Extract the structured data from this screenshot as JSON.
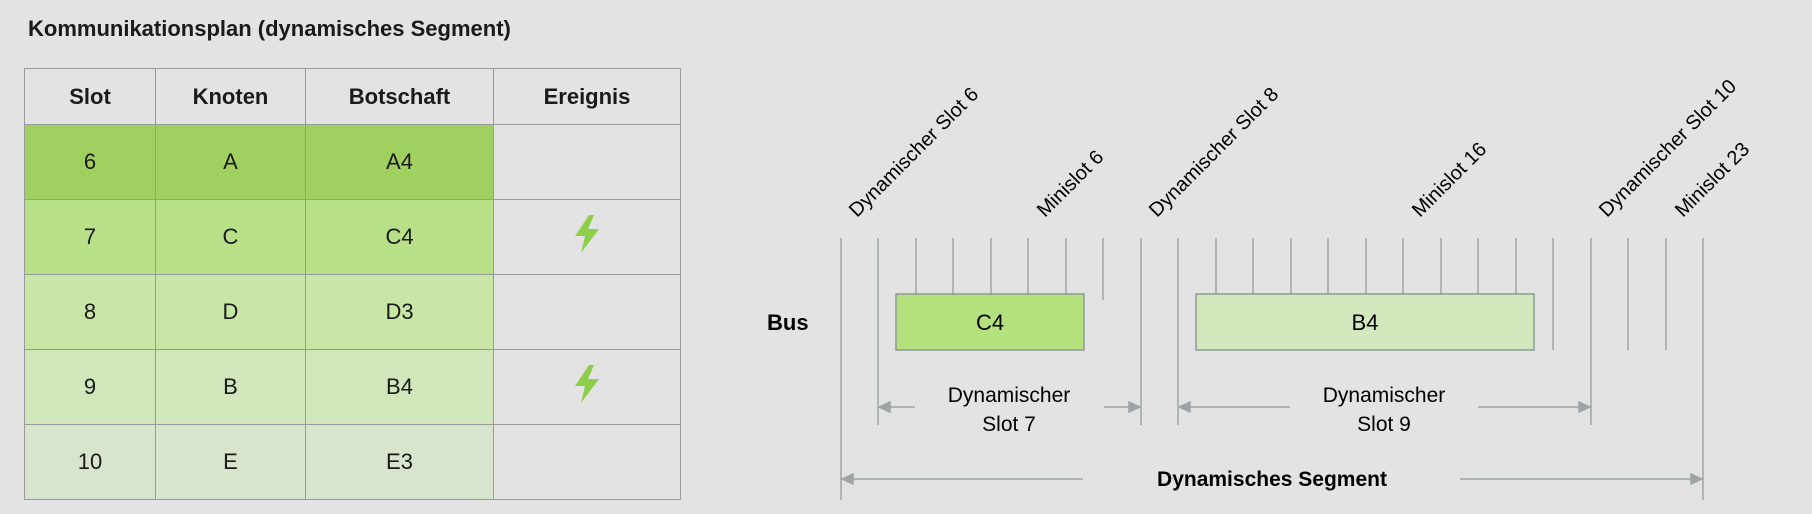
{
  "title": "Kommunikationsplan (dynamisches Segment)",
  "colors": {
    "row_colors": [
      "#a0d060",
      "#b8e088",
      "#c8e6a6",
      "#d2e6bc",
      "#d8e4cc"
    ],
    "c4_box": "#b4e07e",
    "b4_box": "#d4e8be",
    "bolt": "#8ecf4a",
    "line": "#9ea4a6"
  },
  "table": {
    "headers": [
      "Slot",
      "Knoten",
      "Botschaft",
      "Ereignis"
    ],
    "rows": [
      {
        "slot": "6",
        "node": "A",
        "message": "A4",
        "event": false
      },
      {
        "slot": "7",
        "node": "C",
        "message": "C4",
        "event": true
      },
      {
        "slot": "8",
        "node": "D",
        "message": "D3",
        "event": false
      },
      {
        "slot": "9",
        "node": "B",
        "message": "B4",
        "event": true
      },
      {
        "slot": "10",
        "node": "E",
        "message": "E3",
        "event": false
      }
    ],
    "event_icon": "lightning-bolt-icon"
  },
  "diagram": {
    "bus_label": "Bus",
    "top_labels": [
      "Dynamischer Slot 6",
      "Minislot 6",
      "Dynamischer Slot 8",
      "Minislot 16",
      "Dynamischer Slot 10",
      "Minislot 23"
    ],
    "frames": [
      "C4",
      "B4"
    ],
    "slot7_lines": [
      "Dynamischer",
      "Slot 7"
    ],
    "slot9_lines": [
      "Dynamischer",
      "Slot 9"
    ],
    "segment_label": "Dynamisches Segment"
  }
}
